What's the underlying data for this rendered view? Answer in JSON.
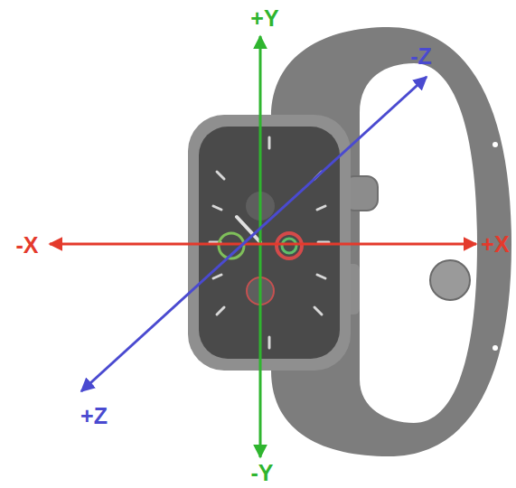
{
  "diagram": {
    "labels": [
      "+Y",
      "-Z",
      "-X",
      "+X",
      "+Z",
      "-Y"
    ]
  }
}
